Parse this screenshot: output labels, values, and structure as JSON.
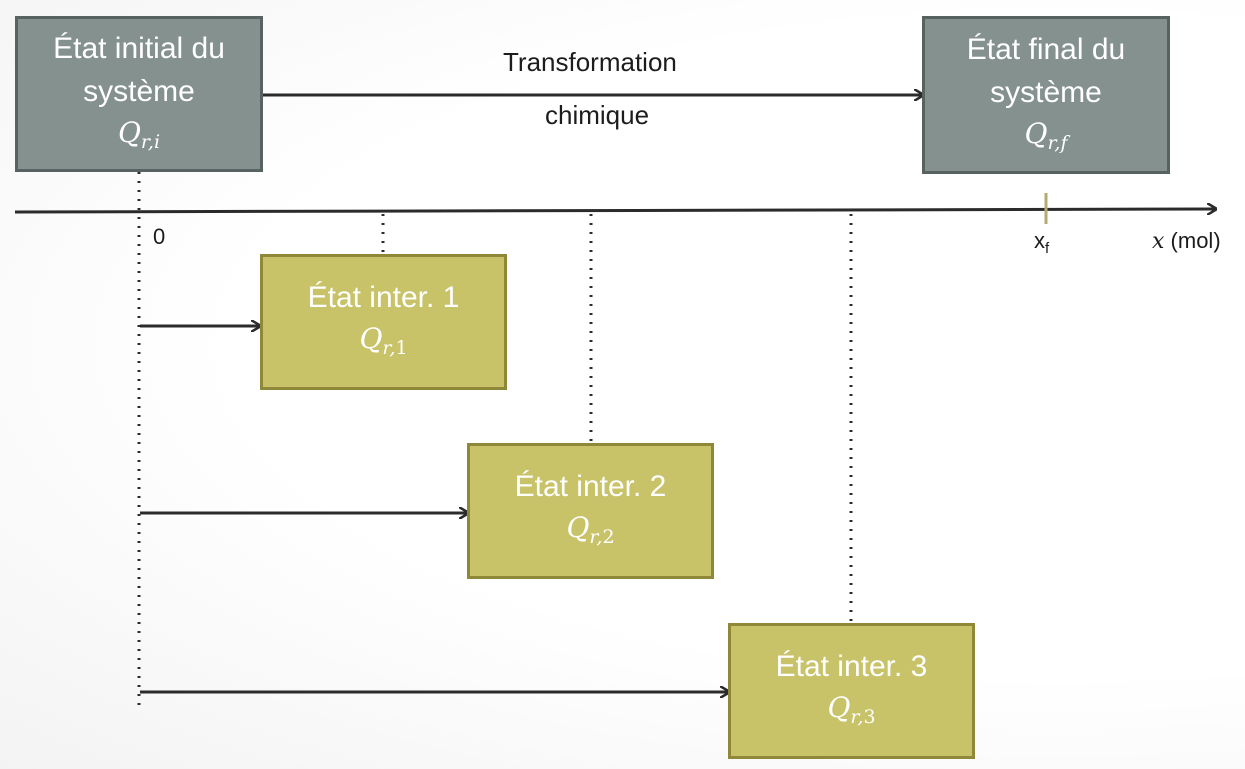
{
  "initial_state": {
    "line1": "État initial du",
    "line2": "système",
    "q_symbol": "Q",
    "q_index": "r,i"
  },
  "final_state": {
    "line1": "État final du",
    "line2": "système",
    "q_symbol": "Q",
    "q_index": "r,f"
  },
  "transformation": {
    "line1": "Transformation",
    "line2": "chimique"
  },
  "axis": {
    "origin_label": "0",
    "xf_main": "x",
    "xf_sub": "f",
    "axis_var": "x",
    "axis_unit": "(mol)"
  },
  "intermediate_states": [
    {
      "label": "État inter. 1",
      "q_symbol": "Q",
      "q_var": "r,",
      "q_num": "1"
    },
    {
      "label": "État inter. 2",
      "q_symbol": "Q",
      "q_var": "r,",
      "q_num": "2"
    },
    {
      "label": "État inter. 3",
      "q_symbol": "Q",
      "q_var": "r,",
      "q_num": "3"
    }
  ],
  "colors": {
    "final_box_fill": "#84918e",
    "intermediate_box_fill": "#c8c269",
    "arrow": "#2b2b2b",
    "xf_tick": "#b5ab72"
  }
}
